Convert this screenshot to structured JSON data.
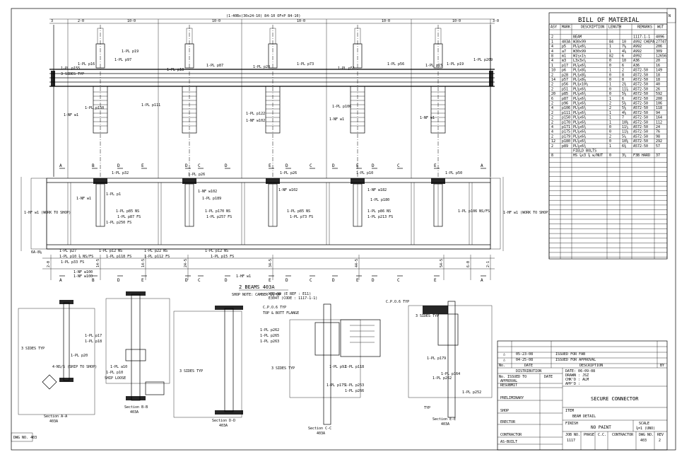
{
  "sheet": {
    "corner_note": "N",
    "drawing_no_label": "DWG NO. 403"
  },
  "plan": {
    "overall_dim": "(1-40Bx(30x24-10)  84-10  OF+P 84-10)",
    "bay_dims": [
      "3",
      "2-0",
      "10-0",
      "10-0",
      "10-0",
      "10-0",
      "10-0",
      "3-0"
    ],
    "labels": [
      "1-PL p155",
      "1-PL p97",
      "1-PL p87",
      "1-PL p73",
      "1-PL p56",
      "1-PL p209",
      "1-PL p150",
      "1-PL p111",
      "1-PL p122",
      "1-PL p106",
      "1-NF w1",
      "1-NF w102",
      "1-NF w1",
      "1-NF w1",
      "1-PL p16",
      "1-PL p18",
      "1-PL p20",
      "1-PL p51",
      "1-PL p15",
      "1-PL p19",
      "1-PL p19",
      "3 SIDES TYP"
    ]
  },
  "elevation": {
    "main_title": "2  BEAMS 403A",
    "shop_note": "SHOP NOTE: CAMBER 1⅝ UP",
    "ref_note": "W30x99 (E REF : E11)",
    "code_note": "E304T  (CODE : 1117-1-1)",
    "labels": [
      "1-PL p32",
      "1-PL p26",
      "1-PL p26",
      "1-PL p10",
      "1-PL p50",
      "1-NF w1",
      "1-NF w102",
      "1-NF w102",
      "1-NF w182",
      "1-PL p189",
      "1-PL p180",
      "1-PL p85 NS",
      "1-PL p87 FS",
      "1-PL p170 NS",
      "1-PL p257 FS",
      "1-PL p85 NS",
      "1-PL p73 FS",
      "1-PL p86 NS",
      "1-PL p213 FS",
      "1-PL p250 FS",
      "1-PL p12 NS",
      "1-PL p118 FS",
      "1-PL p22 NS",
      "1-PL p112 FS",
      "1-PL p12 NS",
      "1-PL p15 FS",
      "1-PL p27",
      "1-PL p10 ⅜ NS/FS",
      "1-PL p33 FS",
      "1-HF w1 (WORK TO SHOP)",
      "1-HF w1 (WORK TO SHOP)",
      "1-HF w1",
      "1-NF w100",
      "1-NF w100",
      "1-PL p1",
      "6A-8⅛",
      "1-PL p106 NS/FS"
    ],
    "bottom_dims": [
      "2-0",
      "14-5",
      "14-5",
      "24-5",
      "34-5",
      "44-5",
      "54-5",
      "6-0",
      "2-1"
    ],
    "section_marks": [
      "A",
      "B",
      "D",
      "E",
      "D",
      "C",
      "D",
      "E",
      "D",
      "C",
      "D",
      "E",
      "D",
      "C",
      "E",
      "A"
    ]
  },
  "sections": [
    {
      "label": "Section A-A",
      "ref": "403A"
    },
    {
      "label": "Section B-B",
      "ref": "403A"
    },
    {
      "label": "Section D-D",
      "ref": "403A"
    },
    {
      "label": "Section C-C",
      "ref": "403A",
      "note": "C.P.O.6 TYP"
    },
    {
      "label": "Section E-E",
      "ref": "403A",
      "note": "C.P.O.6 TYP"
    }
  ],
  "section_labels": [
    "3 SIDES TYP",
    "1-PL p17",
    "1-PL p18",
    "1-PL p20",
    "4-NS/S (SHIP TO SHOP)",
    "1-PL a10",
    "1-PL p10",
    "SHIP LOOSE",
    "3 SIDES TYP",
    "1-PL p262",
    "1-PL p265",
    "1-PL p263",
    "3 SIDES TYP",
    "1-PL p92",
    "1-PL p175",
    "1-PL p118",
    "1-PL p253",
    "1-PL p266",
    "TOP & BOTT FLANGE",
    "3 SIDES TYP",
    "1-PL p179",
    "1-PL p262",
    "1-PL p164",
    "1-PL p252",
    "TYP"
  ],
  "bom": {
    "title": "BILL OF MATERIAL",
    "headers": [
      "ASY",
      "MARK",
      "DESCRIPTION",
      "LENGTH",
      "",
      "REMARKS",
      "WGT"
    ],
    "rows": [
      [
        "2",
        "",
        "BEAM",
        "",
        "",
        "1117-1-1",
        "4096"
      ],
      [
        "1",
        "403A",
        "W30x99",
        "84",
        "10",
        "A992 CHEPA",
        "27747"
      ],
      [
        "4",
        "p5",
        "PL⅝x6¼",
        "1",
        "7⅛",
        "A992",
        "206"
      ],
      [
        "4",
        "a7",
        "W30x99",
        "1",
        "4⅝",
        "A992",
        "309"
      ],
      [
        "8",
        "m1",
        "W1½x1½",
        "82",
        "6",
        "A992",
        "12656"
      ],
      [
        "4",
        "m3",
        "L3x3x¼",
        "0",
        "10",
        "A36",
        "20"
      ],
      [
        "1",
        "p17",
        "PL⅝x6¾",
        "0",
        "6",
        "A36",
        "16"
      ],
      [
        "10",
        "p6",
        "PL¾x8⅞",
        "1",
        "2",
        "A572-50",
        "149"
      ],
      [
        "2",
        "p28",
        "PL¾x8⅞",
        "0",
        "8",
        "A572-50",
        "18"
      ],
      [
        "14",
        "p57",
        "PL¾x8⅞",
        "0",
        "8",
        "A572-50",
        "18"
      ],
      [
        "2",
        "p56",
        "PL⅜x10¼",
        "1",
        "2⅜",
        "A572-50",
        "40"
      ],
      [
        "2",
        "p51",
        "PL⅝x6¾",
        "0",
        "11⅞",
        "A572-50",
        "26"
      ],
      [
        "20",
        "p85",
        "PL⅝x6¾",
        "0",
        "5⅝",
        "A572-50",
        "592"
      ],
      [
        "6",
        "p87",
        "PL⅝x6¾",
        "1",
        "6",
        "A572-50",
        "200"
      ],
      [
        "2",
        "p96",
        "PL⅝x6¾",
        "2",
        "5⅝",
        "A572-50",
        "106"
      ],
      [
        "4",
        "p106",
        "PL⅝x6¾",
        "2",
        "5⅝",
        "A572-50",
        "118"
      ],
      [
        "2",
        "p111",
        "PL⅝x6¾",
        "1",
        "4⅝",
        "A572-50",
        "94"
      ],
      [
        "2",
        "p150",
        "PL⅝x6¾",
        "1",
        "7",
        "A572-50",
        "164"
      ],
      [
        "2",
        "p170",
        "PL⅝x6¾",
        "1",
        "10⅝",
        "A572-50",
        "112"
      ],
      [
        "4",
        "p171",
        "PL⅝x6¾",
        "0",
        "11¼",
        "A572-50",
        "24"
      ],
      [
        "4",
        "p175",
        "PL⅝x6¾",
        "0",
        "11⅝",
        "A572-50",
        "76"
      ],
      [
        "2",
        "p179",
        "PL⅝x6¾",
        "2",
        "5¼",
        "A572-50",
        "98"
      ],
      [
        "12",
        "p180",
        "PL⅝x6¾",
        "0",
        "10⅝",
        "A572-50",
        "292"
      ],
      [
        "2",
        "p89",
        "PL⅝x6¾",
        "1",
        "6⅜",
        "A572-50",
        "57"
      ],
      [
        "",
        "",
        "FIELD BOLTS",
        "",
        "",
        "",
        ""
      ],
      [
        "8",
        "",
        "HS ⅞x3 ⅜ w/NUT",
        "0",
        "3¼",
        "F3B HARD",
        "37"
      ]
    ]
  },
  "revisions": [
    {
      "no": "△",
      "date": "05-23-08",
      "description": "ISSUED FOR FAB"
    },
    {
      "no": "△",
      "date": "04-25-08",
      "description": "ISSUED FOR APPROVAL"
    }
  ],
  "title_block": {
    "rev_header_no": "No.",
    "rev_header_date": "DATE",
    "rev_header_desc": "DESCRIPTION",
    "rev_header_by": "BY",
    "distribution": "DISTRIBUTION",
    "issued_to": "No. ISSUED TO",
    "date_col": "DATE",
    "items": [
      "APPROVAL",
      "RESUBMIT",
      "PRELIMINARY",
      "SHOP",
      "ERECTOR",
      "CONTRACTOR",
      "AS-BUILT"
    ],
    "date_field": "DATE: 06-09-08",
    "drawn": "DRAWN : JSZ",
    "checked": "CHK'D : ALM",
    "appd": "APP'D :",
    "project": "SECURE CONNECTOR",
    "item_label": "ITEM",
    "item": "BEAM DETAIL",
    "finish_label": "FINISH",
    "finish": "NO PAINT",
    "scale_label": "SCALE",
    "scale": "⅜=1 (UNO)",
    "job_no_label": "JOB NO.",
    "job_no": "1117",
    "phase_label": "PHASE",
    "cc_label": "C.C.",
    "contractor_label": "CONTRACTOR",
    "dwg_no_label": "DWG NO.",
    "dwg_no": "403",
    "rev_label": "REV",
    "rev": "2"
  }
}
